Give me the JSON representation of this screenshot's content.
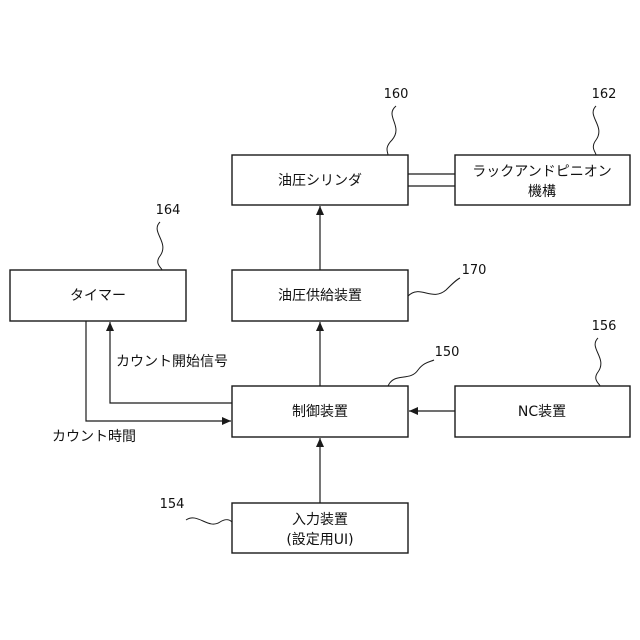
{
  "blocks": {
    "cylinder": {
      "label": "油圧シリンダ",
      "ref": "160"
    },
    "rack_pinion": {
      "label_line1": "ラックアンドピニオン",
      "label_line2": "機構",
      "ref": "162"
    },
    "timer": {
      "label": "タイマー",
      "ref": "164"
    },
    "hydraulic_supply": {
      "label": "油圧供給装置",
      "ref": "170"
    },
    "controller": {
      "label": "制御装置",
      "ref": "150"
    },
    "nc_device": {
      "label": "NC装置",
      "ref": "156"
    },
    "input_device": {
      "label_line1": "入力装置",
      "label_line2": "(設定用UI)",
      "ref": "154"
    }
  },
  "signals": {
    "count_start": "カウント開始信号",
    "count_time": "カウント時間"
  },
  "colors": {
    "stroke": "#1a1a1a",
    "text": "#111111",
    "background": "#ffffff"
  }
}
